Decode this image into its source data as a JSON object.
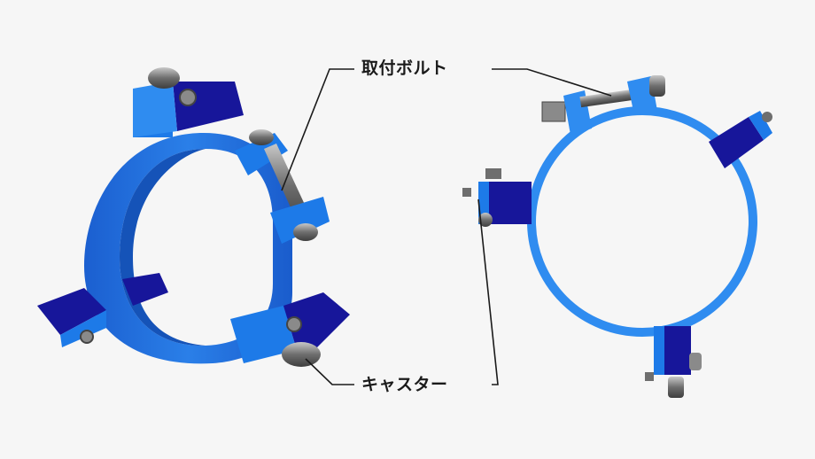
{
  "callouts": {
    "bolt": "取付ボルト",
    "caster": "キャスター"
  },
  "colors": {
    "background": "#f6f6f6",
    "ring_blue": "#1f6fe0",
    "ring_light": "#2f8cf0",
    "bracket_dark": "#17169a",
    "bracket_light": "#1d7ae8",
    "bolt_gray": "#8a8a8a",
    "leader_line": "#1a1a1a"
  },
  "icons": [
    "pipe-support-ring",
    "mounting-bolt",
    "caster-wheel"
  ]
}
